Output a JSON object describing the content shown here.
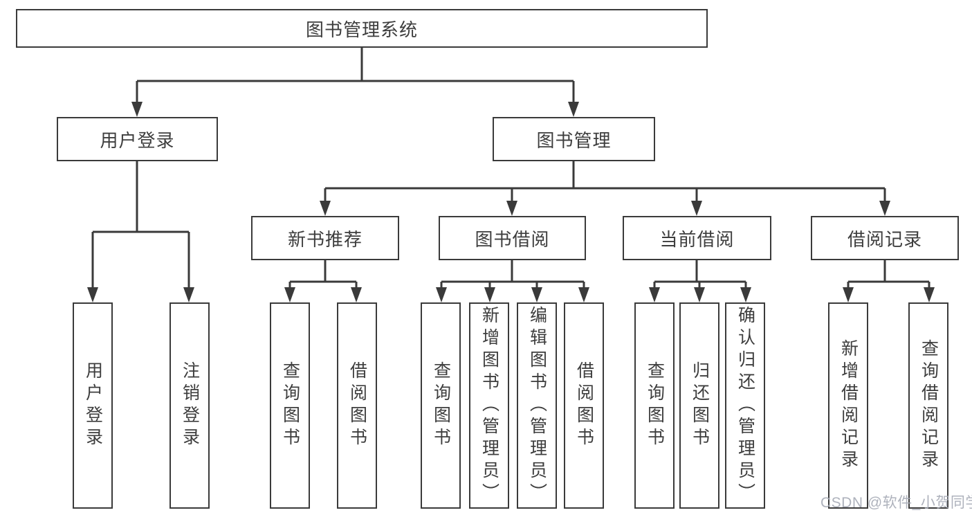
{
  "tree": {
    "root": "图书管理系统",
    "children": [
      {
        "label": "用户登录",
        "children": [
          "用户登录",
          "注销登录"
        ]
      },
      {
        "label": "图书管理",
        "children": [
          {
            "label": "新书推荐",
            "children": [
              "查询图书",
              "借阅图书"
            ]
          },
          {
            "label": "图书借阅",
            "children": [
              "查询图书",
              "新增图书（管理员）",
              "编辑图书（管理员）",
              "借阅图书"
            ]
          },
          {
            "label": "当前借阅",
            "children": [
              "查询图书",
              "归还图书",
              "确认归还（管理员）"
            ]
          },
          {
            "label": "借阅记录",
            "children": [
              "新增借阅记录",
              "查询借阅记录"
            ]
          }
        ]
      }
    ]
  },
  "watermark": "CSDN @软件_小贺同学",
  "colors": {
    "line": "#3a3a3a",
    "box_border": "#3a3a3a",
    "box_fill": "#ffffff",
    "text": "#3d3d3d",
    "watermark": "#a5aab5",
    "background": "#ffffff"
  }
}
